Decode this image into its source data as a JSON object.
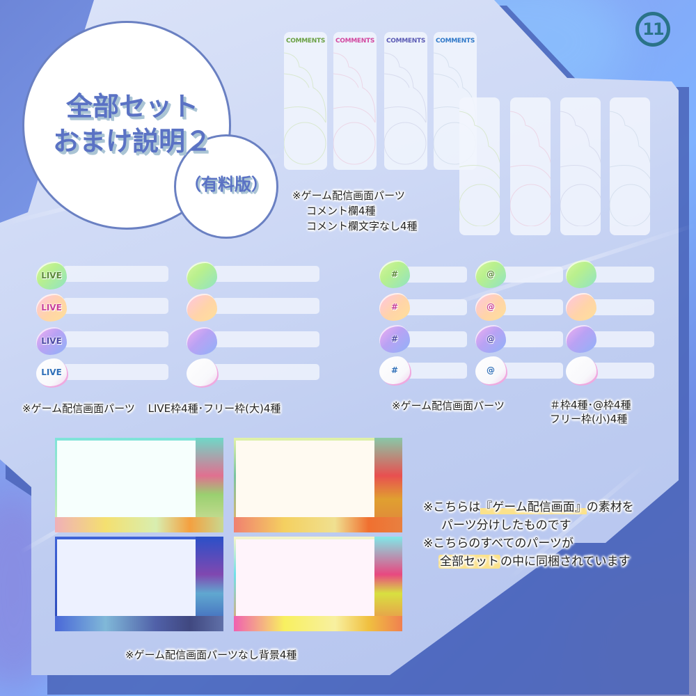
{
  "page_number": "11",
  "title": {
    "line1": "全部セット",
    "line2": "おまけ説明２",
    "sub": "（有料版）"
  },
  "comments_section": {
    "panels_with_label": [
      {
        "label": "COMMENTS",
        "color": "#6aa043"
      },
      {
        "label": "COMMENTS",
        "color": "#d2479f"
      },
      {
        "label": "COMMENTS",
        "color": "#5a5ab4"
      },
      {
        "label": "COMMENTS",
        "color": "#2f78c8"
      }
    ],
    "panels_without_label_count": 4,
    "note": {
      "line1": "※ゲーム配信画面パーツ",
      "line2": "コメント欄4種",
      "line3": "コメント欄文字なし4種"
    }
  },
  "live_section": {
    "live_badges": [
      {
        "text": "LIVE",
        "variant": "green",
        "text_color": "#5c8a3a"
      },
      {
        "text": "LIVE",
        "variant": "pink",
        "text_color": "#c9409a"
      },
      {
        "text": "LIVE",
        "variant": "purple",
        "text_color": "#4e4aa6"
      },
      {
        "text": "LIVE",
        "variant": "white",
        "text_color": "#2f6fb8"
      }
    ],
    "free_large_variants": [
      "green",
      "pink",
      "purple",
      "white"
    ],
    "note": {
      "prefix": "※ゲーム配信画面パーツ",
      "detail": "LIVE枠4種･フリー枠(大)4種"
    }
  },
  "tag_section": {
    "hash_badges": [
      {
        "text": "#",
        "variant": "green",
        "text_color": "#5c8a3a"
      },
      {
        "text": "#",
        "variant": "pink",
        "text_color": "#c9409a"
      },
      {
        "text": "#",
        "variant": "purple",
        "text_color": "#4e4aa6"
      },
      {
        "text": "#",
        "variant": "white",
        "text_color": "#2f6fb8"
      }
    ],
    "at_badges": [
      {
        "text": "@",
        "variant": "green",
        "text_color": "#5c8a3a"
      },
      {
        "text": "@",
        "variant": "pink",
        "text_color": "#c9409a"
      },
      {
        "text": "@",
        "variant": "purple",
        "text_color": "#4e4aa6"
      },
      {
        "text": "@",
        "variant": "white",
        "text_color": "#2f6fb8"
      }
    ],
    "free_small_variants": [
      "green",
      "pink",
      "purple",
      "white"
    ],
    "note": {
      "prefix": "※ゲーム配信画面パーツ",
      "detail_line1": "＃枠4種･@枠4種",
      "detail_line2": "フリー枠(小)4種"
    }
  },
  "backgrounds_section": {
    "frames": [
      {
        "theme": "teal-green",
        "screen_color": "#f6fffd",
        "edge_color": "#7fe3d9"
      },
      {
        "theme": "orange",
        "screen_color": "#fffaf1",
        "edge_color": "#e2f2a8"
      },
      {
        "theme": "blue",
        "screen_color": "#edf1ff",
        "edge_color": "#3f63d6"
      },
      {
        "theme": "pink-rainbow",
        "screen_color": "#fff4fb",
        "edge_color": "#f7f5c8"
      }
    ],
    "note": "※ゲーム配信画面パーツなし背景4種"
  },
  "info_note": {
    "line1_a": "※こちらは",
    "line1_hl": "『ゲーム配信画面』",
    "line1_b": "の素材を",
    "line2": "パーツ分けしたものです",
    "line3": "※こちらのすべてのパーツが",
    "line4_hl": "全部セット",
    "line4_b": "の中に同梱されています"
  },
  "colors": {
    "title_text": "#5a72c4",
    "title_shadow": "#aac4d4",
    "circle_border": "#6a80c2",
    "page_badge": "#2a7388",
    "highlight": "#fbe28a"
  }
}
